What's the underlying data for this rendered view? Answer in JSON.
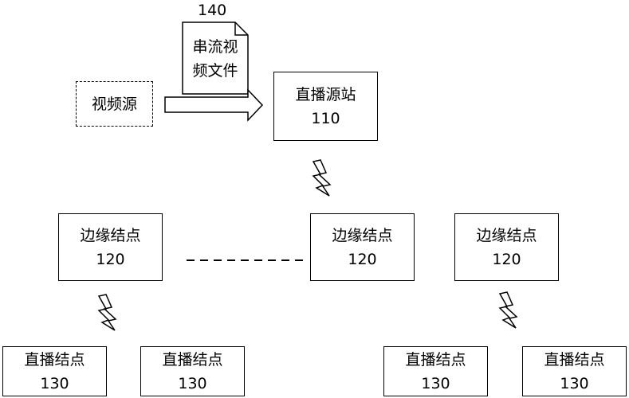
{
  "source": {
    "label": "视频源"
  },
  "stream_file": {
    "number": "140",
    "line1": "串流视",
    "line2": "频文件"
  },
  "origin": {
    "title": "直播源站",
    "number": "110"
  },
  "edge_nodes": [
    {
      "title": "边缘结点",
      "number": "120"
    },
    {
      "title": "边缘结点",
      "number": "120"
    },
    {
      "title": "边缘结点",
      "number": "120"
    }
  ],
  "live_nodes": [
    {
      "title": "直播结点",
      "number": "130"
    },
    {
      "title": "直播结点",
      "number": "130"
    },
    {
      "title": "直播结点",
      "number": "130"
    },
    {
      "title": "直播结点",
      "number": "130"
    }
  ]
}
